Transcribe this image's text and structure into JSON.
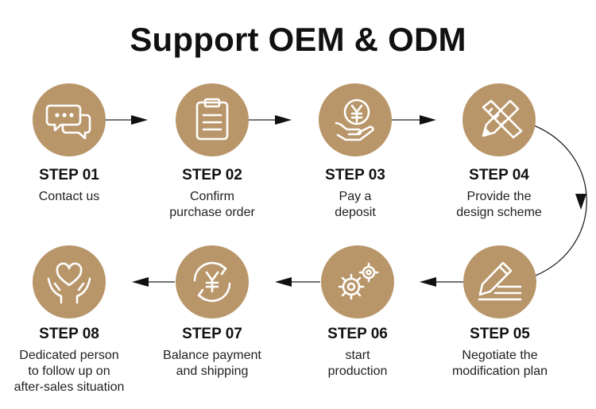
{
  "title": "Support OEM & ODM",
  "colors": {
    "circle": "#b8966a",
    "icon": "#ffffff",
    "line": "#222222"
  },
  "steps": [
    {
      "label": "STEP 01",
      "desc": [
        "Contact us"
      ],
      "icon": "chat-bubbles-icon"
    },
    {
      "label": "STEP 02",
      "desc": [
        "Confirm",
        "purchase order"
      ],
      "icon": "clipboard-icon"
    },
    {
      "label": "STEP 03",
      "desc": [
        "Pay a",
        "deposit"
      ],
      "icon": "yen-coin-hand-icon"
    },
    {
      "label": "STEP 04",
      "desc": [
        "Provide the",
        "design scheme"
      ],
      "icon": "pencil-ruler-icon"
    },
    {
      "label": "STEP 05",
      "desc": [
        "Negotiate the",
        "modification plan"
      ],
      "icon": "pen-writing-icon"
    },
    {
      "label": "STEP 06",
      "desc": [
        "start",
        "production"
      ],
      "icon": "gears-icon"
    },
    {
      "label": "STEP 07",
      "desc": [
        "Balance payment",
        "and shipping"
      ],
      "icon": "yen-cycle-icon"
    },
    {
      "label": "STEP 08",
      "desc": [
        "Dedicated person",
        "to follow up on",
        "after-sales situation"
      ],
      "icon": "heart-hands-icon"
    }
  ]
}
